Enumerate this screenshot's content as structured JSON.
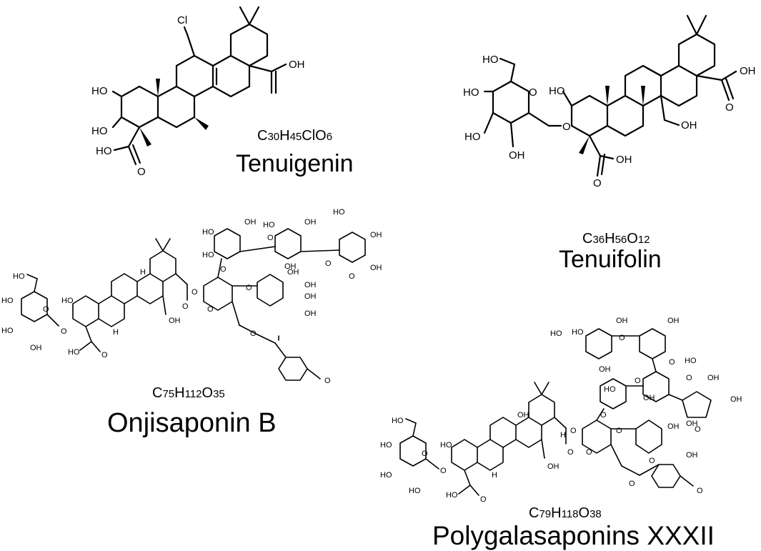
{
  "compounds": [
    {
      "name": "Tenuigenin",
      "formula": [
        {
          "t": "C",
          "s": false
        },
        {
          "t": "30",
          "s": true
        },
        {
          "t": "H",
          "s": false
        },
        {
          "t": "45",
          "s": true
        },
        {
          "t": "ClO",
          "s": false
        },
        {
          "t": "6",
          "s": true
        }
      ],
      "atoms": [
        "Cl",
        "OH",
        "HO",
        "HO",
        "HO",
        "O"
      ]
    },
    {
      "name": "Tenuifolin",
      "formula": [
        {
          "t": "C",
          "s": false
        },
        {
          "t": "36",
          "s": true
        },
        {
          "t": "H",
          "s": false
        },
        {
          "t": "56",
          "s": true
        },
        {
          "t": "O",
          "s": false
        },
        {
          "t": "12",
          "s": true
        }
      ],
      "atoms": [
        "HO",
        "HO",
        "HO",
        "OH",
        "O",
        "O",
        "HO",
        "OH",
        "O",
        "OH",
        "O",
        "OH"
      ]
    },
    {
      "name": "Onjisaponin B",
      "formula": [
        {
          "t": "C",
          "s": false
        },
        {
          "t": "75",
          "s": true
        },
        {
          "t": "H",
          "s": false
        },
        {
          "t": "112",
          "s": true
        },
        {
          "t": "O",
          "s": false
        },
        {
          "t": "35",
          "s": true
        }
      ],
      "atoms": [
        "HO",
        "HO",
        "HO",
        "HO",
        "OH",
        "O",
        "O",
        "HO",
        "O",
        "H",
        "H",
        "O",
        "O",
        "OH",
        "O",
        "HO",
        "O",
        "OH",
        "HO",
        "OH",
        "O",
        "HO",
        "O",
        "OH",
        "OH",
        "OH",
        "O",
        "OH",
        "OH",
        "O",
        "HO",
        "O",
        "O",
        "OH",
        "OH"
      ]
    },
    {
      "name": "Polygalasaponins XXXII",
      "formula": [
        {
          "t": "C",
          "s": false
        },
        {
          "t": "79",
          "s": true
        },
        {
          "t": "H",
          "s": false
        },
        {
          "t": "118",
          "s": true
        },
        {
          "t": "O",
          "s": false
        },
        {
          "t": "38",
          "s": true
        }
      ],
      "atoms": [
        "HO",
        "HO",
        "HO",
        "HO",
        "O",
        "HO",
        "O",
        "HO",
        "OH",
        "O",
        "OH",
        "H",
        "H",
        "O",
        "O",
        "O",
        "O",
        "OH",
        "OH",
        "O",
        "OH",
        "O",
        "O",
        "HO",
        "OH",
        "OH",
        "HO",
        "O",
        "O",
        "OH",
        "O",
        "HO",
        "HO",
        "OH",
        "OH",
        "O",
        "O",
        "OH",
        "O"
      ]
    }
  ]
}
